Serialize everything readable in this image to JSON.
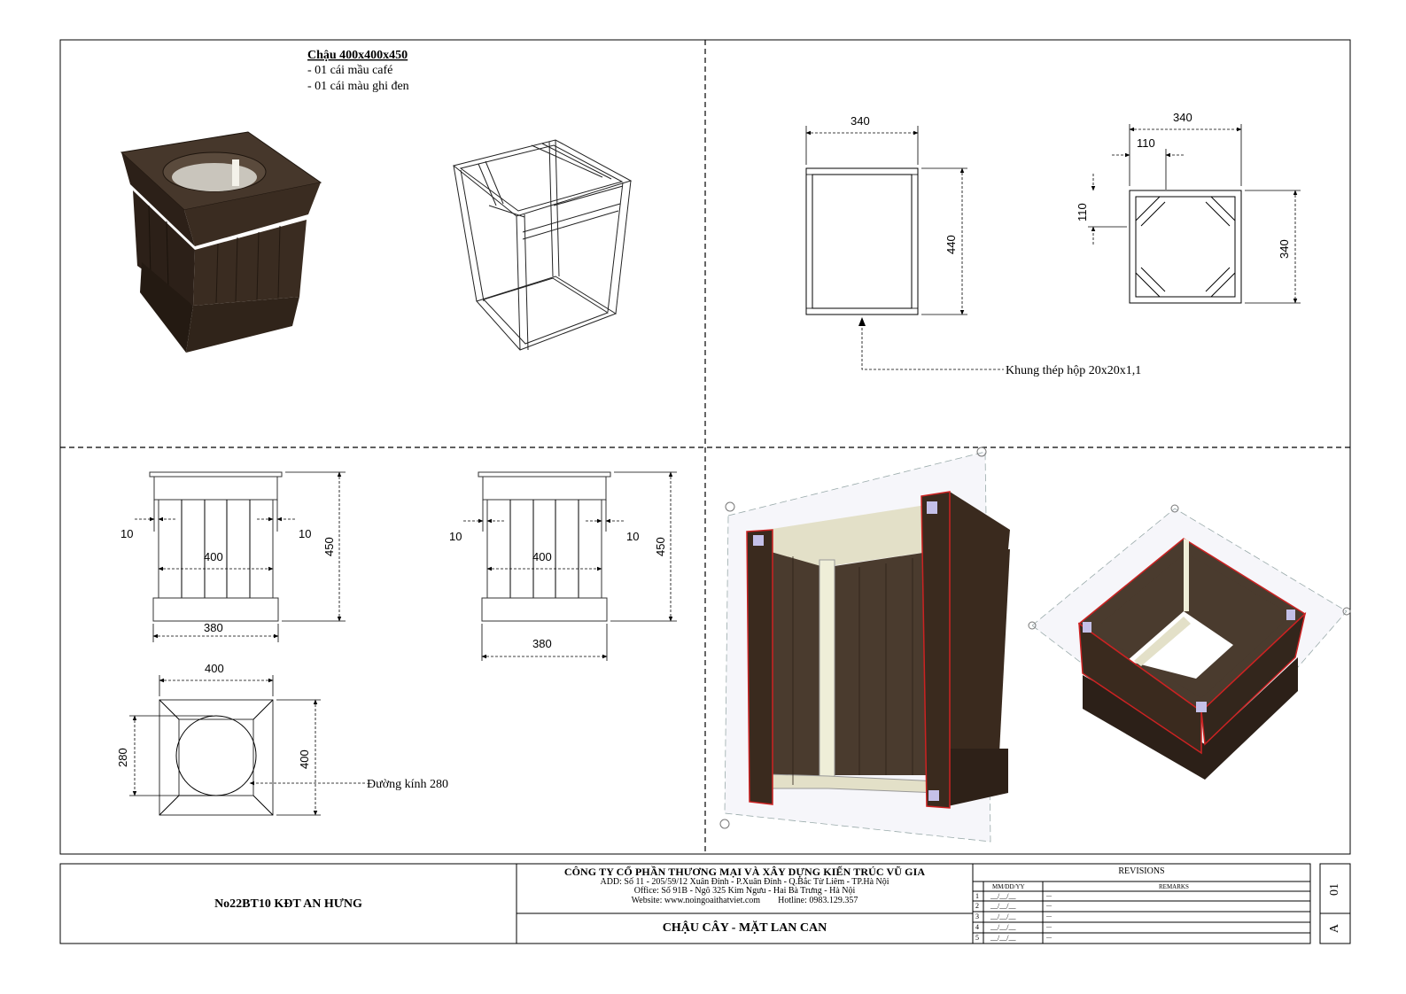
{
  "notes": {
    "heading": "Chậu 400x400x450",
    "lines": [
      "- 01 cái mầu café",
      "- 01 cái màu ghi đen"
    ]
  },
  "elevation_dims": {
    "top_width": "340",
    "height": "440",
    "annotation": "Khung thép hộp 20x20x1,1"
  },
  "plan_dims": {
    "width": "340",
    "inset_x": "110",
    "inset_y": "110",
    "height": "340"
  },
  "front_view_dims": {
    "gap_left": "10",
    "gap_right": "10",
    "inner_width": "400",
    "base_width": "380",
    "height": "450"
  },
  "side_view_dims": {
    "gap_left": "10",
    "gap_right": "10",
    "inner_width": "400",
    "base_width": "380",
    "height": "450"
  },
  "top_view_dims": {
    "width": "400",
    "opening": "280",
    "height": "400",
    "annotation": "Đường kính 280"
  },
  "colors": {
    "wood_dark": "#3a2a1e",
    "wood_mid": "#4a3b2e",
    "cut_line": "#cc2222",
    "inner_frame": "#e8e8d0"
  },
  "title_block": {
    "project": "No22BT10 KĐT AN HƯNG",
    "company": "CÔNG TY CỔ PHẦN THƯƠNG MẠI VÀ XÂY DỰNG KIẾN TRÚC VŨ GIA",
    "address": "ADD: Số 11 - 205/59/12 Xuân Đỉnh - P.Xuân Đỉnh - Q.Bắc Từ Liêm - TP.Hà Nội",
    "office": "Office: Số 91B - Ngõ 325 Kim Ngưu - Hai Bà Trưng - Hà Nội",
    "website": "Website: www.noingoaithatviet.com",
    "hotline": "Hotline: 0983.129.357",
    "drawing_title": "CHẬU CÂY - MẶT LAN CAN",
    "revisions_label": "REVISIONS",
    "date_header": "MM/DD/YY",
    "remarks_header": "REMARKS",
    "rows": [
      {
        "no": "1",
        "date": "__/__/__",
        "remark": "..."
      },
      {
        "no": "2",
        "date": "__/__/__",
        "remark": "..."
      },
      {
        "no": "3",
        "date": "__/__/__",
        "remark": "..."
      },
      {
        "no": "4",
        "date": "__/__/__",
        "remark": "..."
      },
      {
        "no": "5",
        "date": "__/__/__",
        "remark": "..."
      }
    ],
    "sheet_number": "01",
    "sheet_size": "A"
  }
}
